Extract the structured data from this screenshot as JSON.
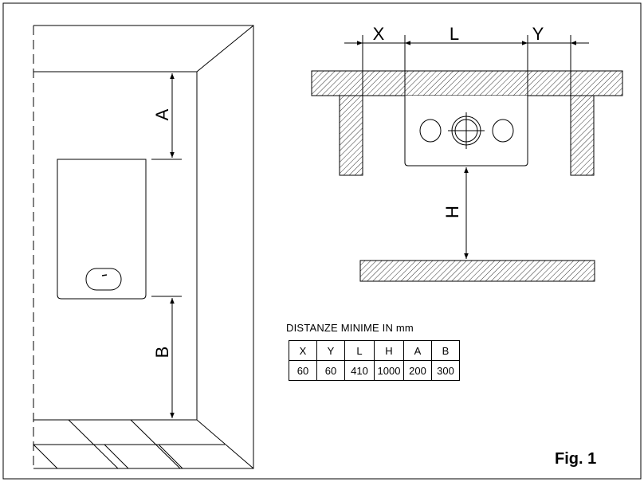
{
  "labels": {
    "x": "X",
    "l": "L",
    "y": "Y",
    "h": "H",
    "a": "A",
    "b": "B"
  },
  "table": {
    "title": "DISTANZE MINIME IN mm",
    "headers": [
      "X",
      "Y",
      "L",
      "H",
      "A",
      "B"
    ],
    "values": [
      "60",
      "60",
      "410",
      "1000",
      "200",
      "300"
    ]
  },
  "figure_label": "Fig. 1"
}
